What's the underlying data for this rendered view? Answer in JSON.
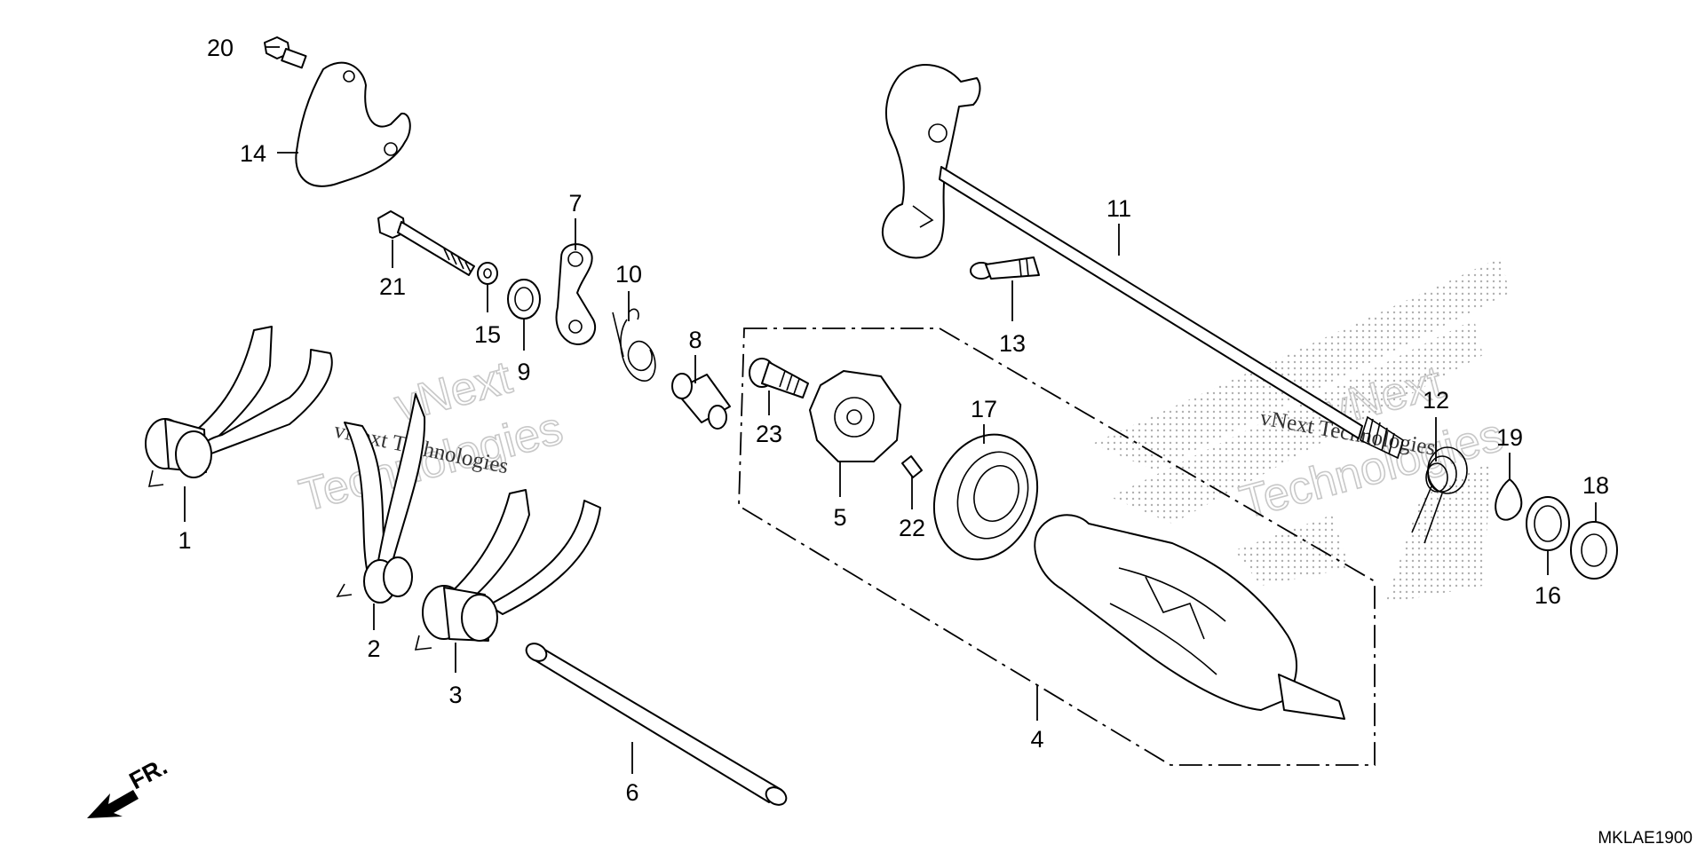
{
  "diagram": {
    "code": "MKLAE1900",
    "direction_label": "FR.",
    "watermark": {
      "line1": "vNext",
      "line2": "Technologies",
      "small": "vNext Technologies"
    },
    "callouts": [
      {
        "id": "c1",
        "label": "1"
      },
      {
        "id": "c2",
        "label": "2"
      },
      {
        "id": "c3",
        "label": "3"
      },
      {
        "id": "c4",
        "label": "4"
      },
      {
        "id": "c5",
        "label": "5"
      },
      {
        "id": "c6",
        "label": "6"
      },
      {
        "id": "c7",
        "label": "7"
      },
      {
        "id": "c8",
        "label": "8"
      },
      {
        "id": "c9",
        "label": "9"
      },
      {
        "id": "c10",
        "label": "10"
      },
      {
        "id": "c11",
        "label": "11"
      },
      {
        "id": "c12",
        "label": "12"
      },
      {
        "id": "c13",
        "label": "13"
      },
      {
        "id": "c14",
        "label": "14"
      },
      {
        "id": "c15",
        "label": "15"
      },
      {
        "id": "c16",
        "label": "16"
      },
      {
        "id": "c17",
        "label": "17"
      },
      {
        "id": "c18",
        "label": "18"
      },
      {
        "id": "c19",
        "label": "19"
      },
      {
        "id": "c20",
        "label": "20"
      },
      {
        "id": "c21",
        "label": "21"
      },
      {
        "id": "c22",
        "label": "22"
      },
      {
        "id": "c23",
        "label": "23"
      }
    ]
  }
}
